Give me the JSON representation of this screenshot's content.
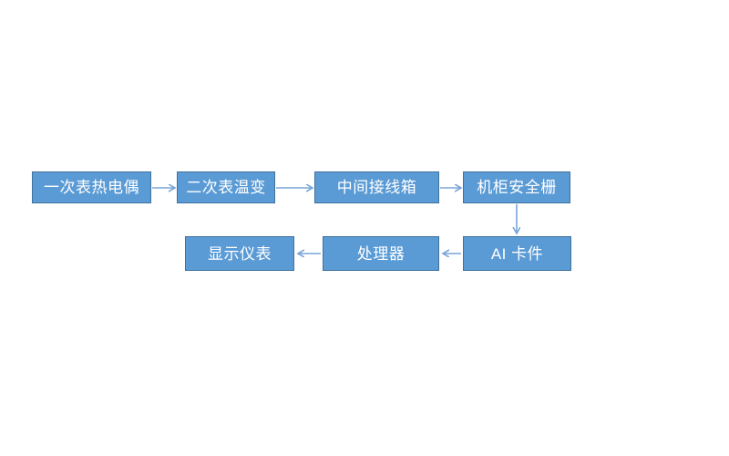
{
  "diagram": {
    "type": "flowchart",
    "background_color": "#ffffff",
    "colors": {
      "node_fill": "#5b9bd5",
      "node_border": "#41719c",
      "arrow": "#78a5d8",
      "node_text": "#ffffff"
    },
    "nodes": [
      {
        "id": "primary-thermocouple",
        "label": "一次表热电偶"
      },
      {
        "id": "secondary-temp-transmitter",
        "label": "二次表温变"
      },
      {
        "id": "intermediate-junction-box",
        "label": "中间接线箱"
      },
      {
        "id": "cabinet-safety-barrier",
        "label": "机柜安全栅"
      },
      {
        "id": "ai-card",
        "label": "AI 卡件"
      },
      {
        "id": "processor",
        "label": "处理器"
      },
      {
        "id": "display-instrument",
        "label": "显示仪表"
      }
    ],
    "edges": [
      {
        "from": "一次表热电偶",
        "to": "二次表温变",
        "direction": "right"
      },
      {
        "from": "二次表温变",
        "to": "中间接线箱",
        "direction": "right"
      },
      {
        "from": "中间接线箱",
        "to": "机柜安全栅",
        "direction": "right"
      },
      {
        "from": "机柜安全栅",
        "to": "AI 卡件",
        "direction": "down"
      },
      {
        "from": "AI 卡件",
        "to": "处理器",
        "direction": "left"
      },
      {
        "from": "处理器",
        "to": "显示仪表",
        "direction": "left"
      }
    ]
  }
}
